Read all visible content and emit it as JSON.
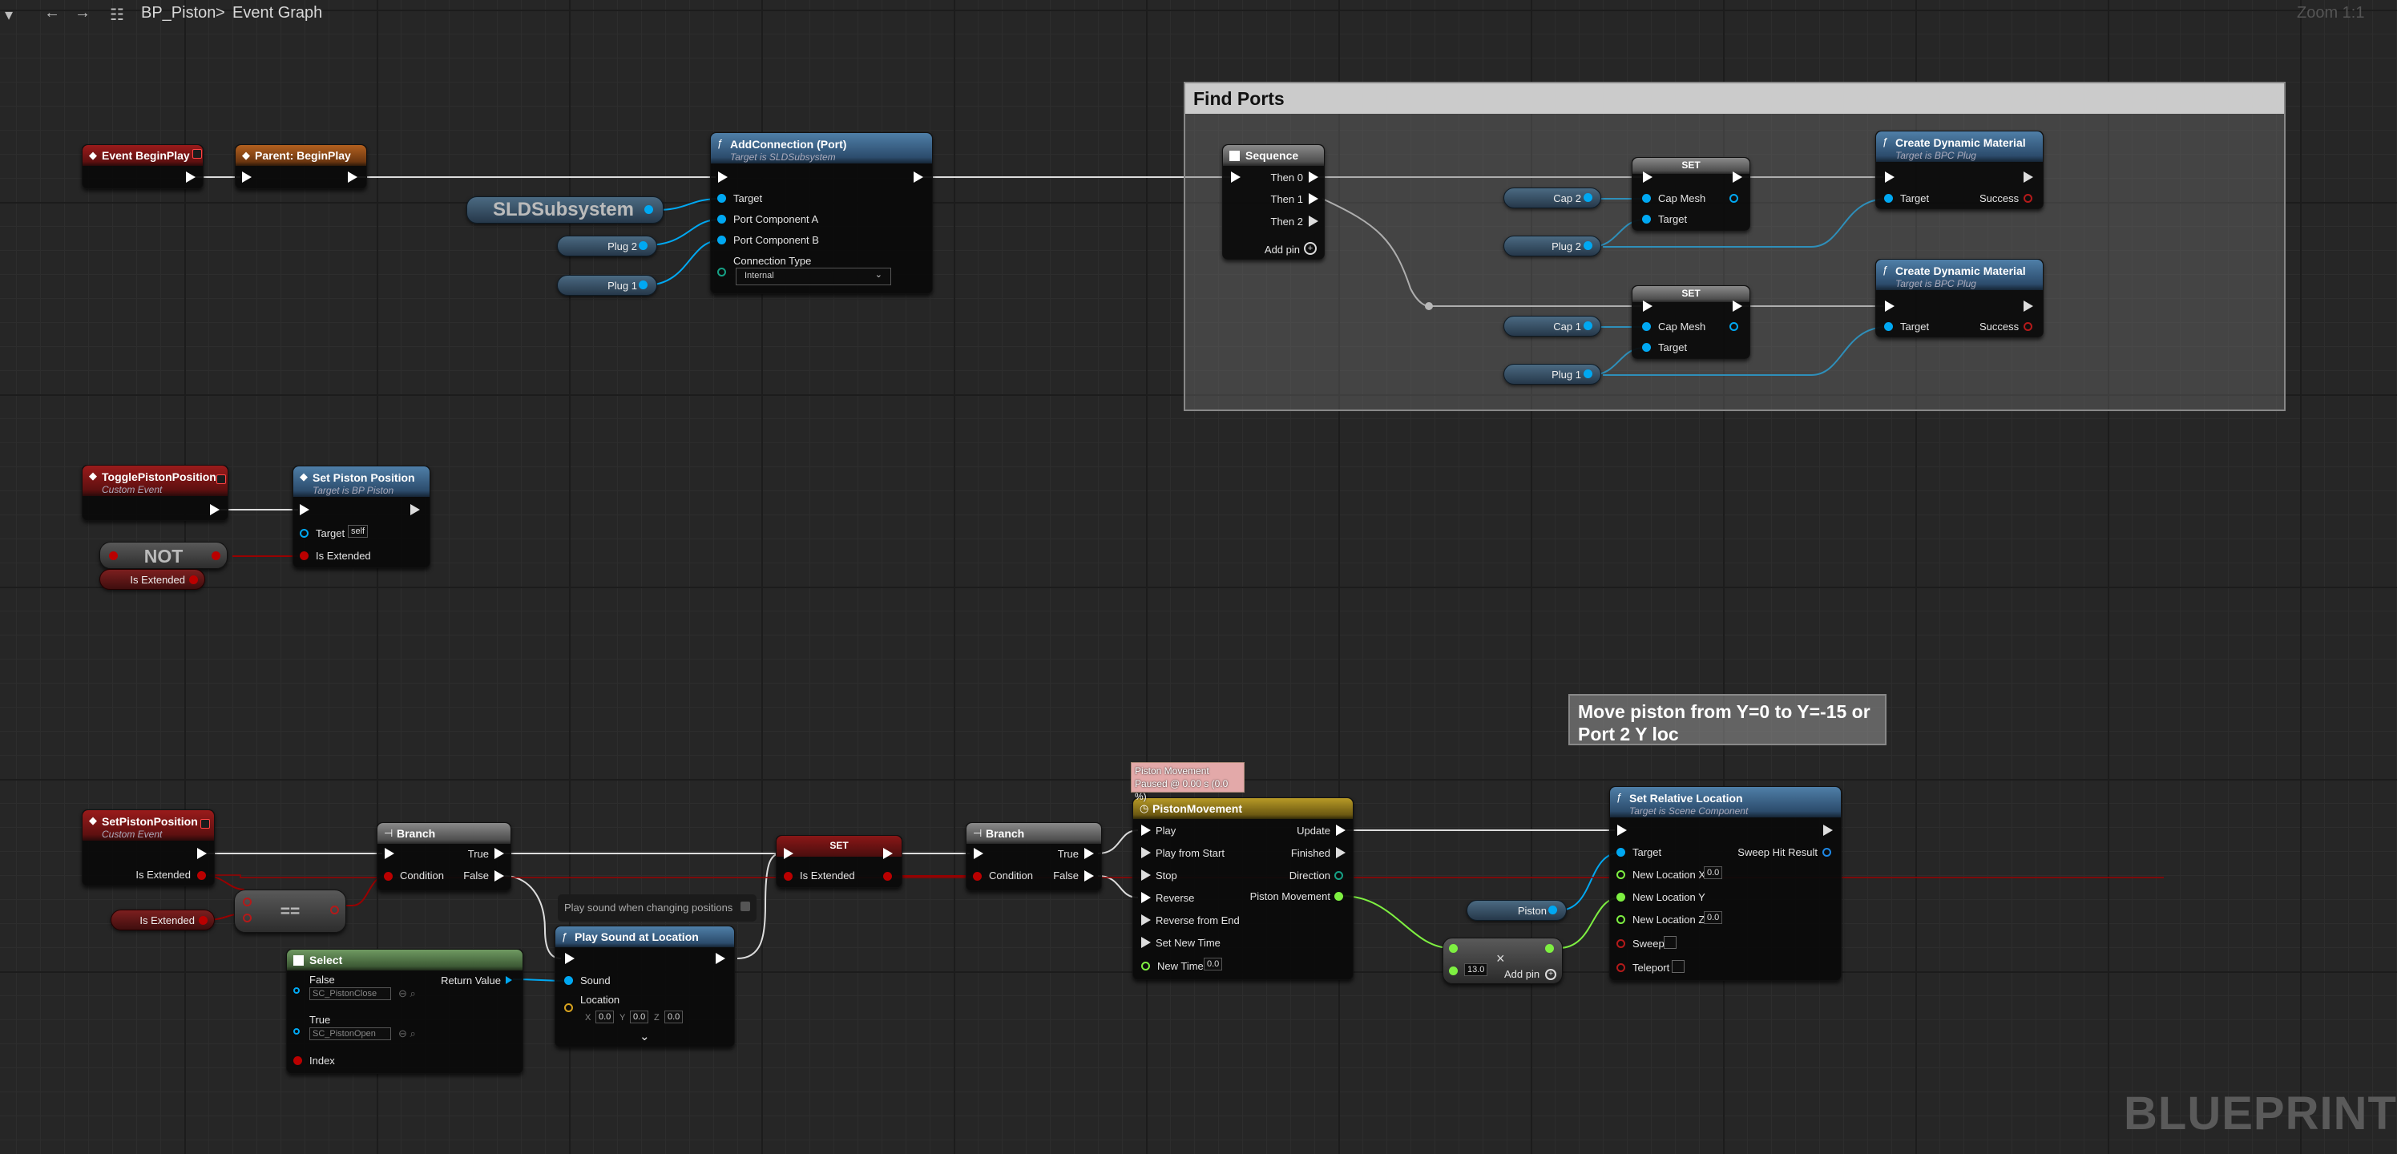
{
  "toolbar": {
    "breadcrumb_blueprint": "BP_Piston",
    "breadcrumb_sep": ">",
    "breadcrumb_graph": "Event Graph",
    "zoom": "Zoom 1:1"
  },
  "watermark": "BLUEPRINT",
  "comments": {
    "find_ports": "Find Ports",
    "move_piston": "Move piston from Y=0 to Y=-15 or Port 2 Y loc"
  },
  "nodes": {
    "event_begin_play": {
      "title": "Event BeginPlay"
    },
    "parent_begin_play": {
      "title": "Parent: BeginPlay"
    },
    "add_connection": {
      "title": "AddConnection (Port)",
      "subtitle": "Target is SLDSubsystem",
      "pins": [
        "Target",
        "Port Component A",
        "Port Component B",
        "Connection Type"
      ],
      "connection_type_value": "Internal"
    },
    "sld_subsystem": {
      "label": "SLDSubsystem"
    },
    "plug2_a": {
      "label": "Plug 2"
    },
    "plug1_a": {
      "label": "Plug 1"
    },
    "sequence": {
      "title": "Sequence",
      "pins": [
        "Then 0",
        "Then 1",
        "Then 2",
        "Add pin"
      ]
    },
    "cap2": {
      "label": "Cap 2"
    },
    "plug2_b": {
      "label": "Plug 2"
    },
    "cap1": {
      "label": "Cap 1"
    },
    "plug1_b": {
      "label": "Plug 1"
    },
    "set1": {
      "title": "SET",
      "pins": [
        "Cap Mesh",
        "Target"
      ]
    },
    "set2": {
      "title": "SET",
      "pins": [
        "Cap Mesh",
        "Target"
      ]
    },
    "cdm1": {
      "title": "Create Dynamic Material",
      "subtitle": "Target is BPC Plug",
      "pins": [
        "Target",
        "Success"
      ]
    },
    "cdm2": {
      "title": "Create Dynamic Material",
      "subtitle": "Target is BPC Plug",
      "pins": [
        "Target",
        "Success"
      ]
    },
    "toggle_event": {
      "title": "TogglePistonPosition",
      "subtitle": "Custom Event"
    },
    "set_piston_position": {
      "title": "Set Piston Position",
      "subtitle": "Target is BP Piston",
      "pins": [
        "Target",
        "Is Extended"
      ],
      "target_value": "self"
    },
    "not_node": {
      "title": "NOT"
    },
    "is_extended_a": {
      "label": "Is Extended"
    },
    "setpiston_event": {
      "title": "SetPistonPosition",
      "subtitle": "Custom Event",
      "pins": [
        "Is Extended"
      ]
    },
    "is_extended_b": {
      "label": "Is Extended"
    },
    "equals_node": {
      "title": "=="
    },
    "branch1": {
      "title": "Branch",
      "pins": [
        "Condition",
        "True",
        "False"
      ]
    },
    "set_bool": {
      "title": "SET",
      "pins": [
        "Is Extended"
      ]
    },
    "branch2": {
      "title": "Branch",
      "pins": [
        "Condition",
        "True",
        "False"
      ]
    },
    "select_node": {
      "title": "Select",
      "pins": [
        "False",
        "True",
        "Index",
        "Return Value"
      ],
      "false_value": "SC_PistonClose",
      "true_value": "SC_PistonOpen"
    },
    "play_sound_comment": {
      "text": "Play sound when changing positions"
    },
    "play_sound": {
      "title": "Play Sound at Location",
      "pins": [
        "Sound",
        "Location"
      ],
      "loc_x": "0.0",
      "loc_y": "0.0",
      "loc_z": "0.0",
      "axis_x": "X",
      "axis_y": "Y",
      "axis_z": "Z"
    },
    "timeline_status": {
      "line1": "Piston Movement",
      "line2": "Paused @ 0.00 s (0.0 %)"
    },
    "piston_movement": {
      "title": "PistonMovement",
      "pins_in": [
        "Play",
        "Play from Start",
        "Stop",
        "Reverse",
        "Reverse from End",
        "Set New Time",
        "New Time"
      ],
      "pins_out": [
        "Update",
        "Finished",
        "Direction",
        "Piston Movement"
      ],
      "new_time_value": "0.0"
    },
    "piston_var": {
      "label": "Piston"
    },
    "multiply_node": {
      "symbol": "×",
      "value": "13.0",
      "add_pin": "Add pin"
    },
    "set_relative_location": {
      "title": "Set Relative Location",
      "subtitle": "Target is Scene Component",
      "pins_in": [
        "Target",
        "New Location X",
        "New Location Y",
        "New Location Z",
        "Sweep",
        "Teleport"
      ],
      "pins_out": [
        "Sweep Hit Result"
      ],
      "x_value": "0.0",
      "z_value": "0.0"
    }
  }
}
